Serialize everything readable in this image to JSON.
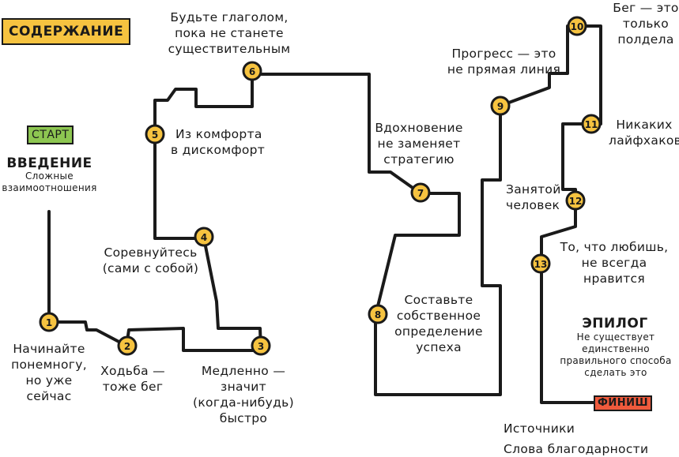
{
  "title": "СОДЕРЖАНИЕ",
  "colors": {
    "title_bg": "#f6c340",
    "start_bg": "#8dc651",
    "finish_bg": "#ef5a3c",
    "stop_fill": "#f6c340",
    "line": "#1a1a1a"
  },
  "start": {
    "label": "СТАРТ",
    "section": "ВВЕДЕНИЕ",
    "subtitle": "Сложные взаимоотношения"
  },
  "stops": [
    {
      "num": "1",
      "lines": [
        "Начинайте",
        "понемногу,",
        "но уже",
        "сейчас"
      ]
    },
    {
      "num": "2",
      "lines": [
        "Ходьба —",
        "тоже бег"
      ]
    },
    {
      "num": "3",
      "lines": [
        "Медленно —",
        "значит",
        "(когда-нибудь)",
        "быстро"
      ]
    },
    {
      "num": "4",
      "lines": [
        "Соревнуйтесь",
        "(сами с собой)"
      ]
    },
    {
      "num": "5",
      "lines": [
        "Из комфорта",
        "в дискомфорт"
      ]
    },
    {
      "num": "6",
      "lines": [
        "Будьте глаголом,",
        "пока не станете",
        "существительным"
      ]
    },
    {
      "num": "7",
      "lines": [
        "Вдохновение",
        "не заменяет",
        "стратегию"
      ]
    },
    {
      "num": "8",
      "lines": [
        "Составьте",
        "собственное",
        "определение",
        "успеха"
      ]
    },
    {
      "num": "9",
      "lines": [
        "Прогресс — это",
        "не прямая линия"
      ]
    },
    {
      "num": "10",
      "lines": [
        "Бег — это",
        "только",
        "полдела"
      ]
    },
    {
      "num": "11",
      "lines": [
        "Никаких",
        "лайфхаков"
      ]
    },
    {
      "num": "12",
      "lines": [
        "Занятой",
        "человек"
      ]
    },
    {
      "num": "13",
      "lines": [
        "То, что любишь,",
        "не всегда",
        "нравится"
      ]
    }
  ],
  "epilogue": {
    "section": "ЭПИЛОГ",
    "lines": [
      "Не существует",
      "единственно",
      "правильного способа",
      "сделать это"
    ]
  },
  "finish": {
    "label": "ФИНИШ"
  },
  "appendix": [
    "Источники",
    "Слова благодарности"
  ]
}
